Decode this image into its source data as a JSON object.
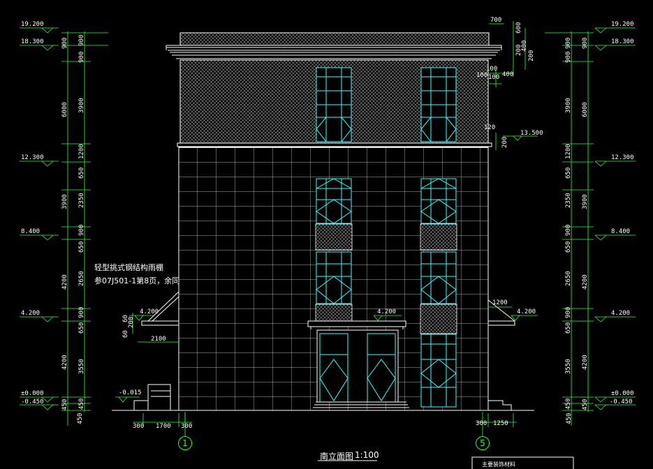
{
  "drawing": {
    "title": "南立面图",
    "scale": "1:100",
    "axis_left": "1",
    "axis_right": "5",
    "note_line1": "轻型挑式钢结构雨棚",
    "note_line2": "参07J501-1第8页，余同",
    "legend_box_text": "主要装饰材料"
  },
  "elevations_left": [
    "19.200",
    "18.300",
    "12.300",
    "8.400",
    "4.200",
    "±0.000",
    "-0.450"
  ],
  "elevations_right": [
    "19.200",
    "18.300",
    "12.300",
    "8.400",
    "4.200",
    "±0.000",
    "-0.450"
  ],
  "dims_left_outer": [
    "900",
    "6000",
    "3900",
    "4200",
    "4200",
    "450",
    "450"
  ],
  "dims_left_inner": [
    "900",
    "900",
    "3900",
    "1200",
    "650",
    "2350",
    "900",
    "650",
    "2650",
    "900",
    "650",
    "3550",
    "450"
  ],
  "dims_right_outer": [
    "900",
    "6000",
    "3900",
    "4200",
    "4200",
    "450",
    "450"
  ],
  "dims_right_inner": [
    "900",
    "900",
    "3900",
    "1200",
    "650",
    "2350",
    "900",
    "650",
    "2650",
    "900",
    "650",
    "3550",
    "450"
  ],
  "dims_bottom": [
    "300",
    "1700",
    "300",
    "300",
    "1250"
  ],
  "dims_misc": {
    "top_700": "700",
    "top_600": "600",
    "top_200a": "200",
    "top_400": "400",
    "top_200b": "200",
    "top_100a": "100",
    "top_100b": "100",
    "top_100c": "100",
    "top_400b": "400",
    "mid_120": "120",
    "mid_200": "200",
    "mid_13500": "13.500",
    "canopy_left_4200": "4.200",
    "canopy_left_60": "60",
    "canopy_left_200": "200",
    "canopy_left_60b": "60",
    "canopy_left_2100": "2100",
    "canopy_center_4200": "4.200",
    "canopy_right_1200": "1200",
    "canopy_right_4200": "4.200",
    "ground_left": "-0.015"
  }
}
